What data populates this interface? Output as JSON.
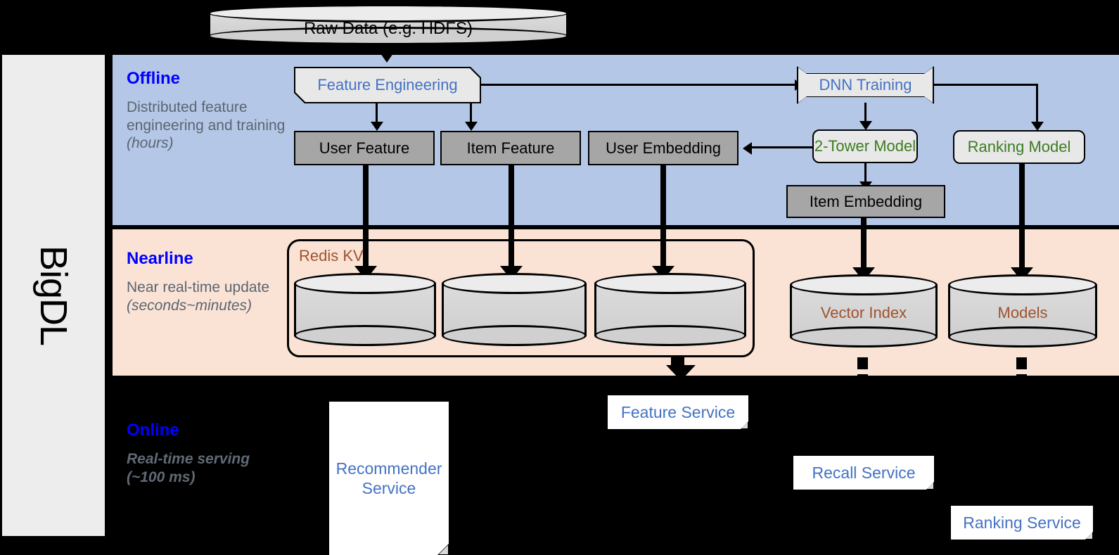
{
  "framework": {
    "name": "BigDL"
  },
  "source": {
    "label": "Raw Data (e.g. HDFS)"
  },
  "bands": {
    "offline": {
      "title": "Offline",
      "description": "Distributed feature engineering and training (hours)",
      "desc_main": "Distributed feature engineering and training ",
      "desc_em": "(hours)",
      "bg": "#b4c7e7"
    },
    "nearline": {
      "title": "Nearline",
      "description": "Near real-time update (seconds~minutes)",
      "desc_main": "Near real-time update ",
      "desc_em": "(seconds~minutes)",
      "bg": "#fae3d5"
    },
    "online": {
      "title": "Online",
      "description": "Real-time serving (~100 ms)",
      "desc_main": "Real-time serving ",
      "desc_em": "(~100 ms)",
      "bg": "#000000"
    }
  },
  "offline_nodes": {
    "feature_engineering": "Feature Engineering",
    "dnn_training": "DNN Training",
    "user_feature": "User Feature",
    "item_feature": "Item Feature",
    "user_embedding": "User Embedding",
    "two_tower_model": "2-Tower Model",
    "ranking_model": "Ranking Model",
    "item_embedding": "Item Embedding"
  },
  "nearline_nodes": {
    "redis_kv": "Redis KV",
    "store_user_feature": "",
    "store_item_feature": "",
    "store_user_embedding": "",
    "vector_index": "Vector Index",
    "models": "Models"
  },
  "online_nodes": {
    "recommender_service": "Recommender Service",
    "feature_service": "Feature Service",
    "recall_service": "Recall Service",
    "ranking_service": "Ranking Service"
  },
  "colors": {
    "band_title": "#0000ff",
    "band_desc": "#5a6570",
    "model_text": "#3d7c22",
    "service_text": "#4472c4",
    "store_text": "#a0522d",
    "data_box": "#a6a6a6",
    "process_box": "#e8e8e8"
  }
}
